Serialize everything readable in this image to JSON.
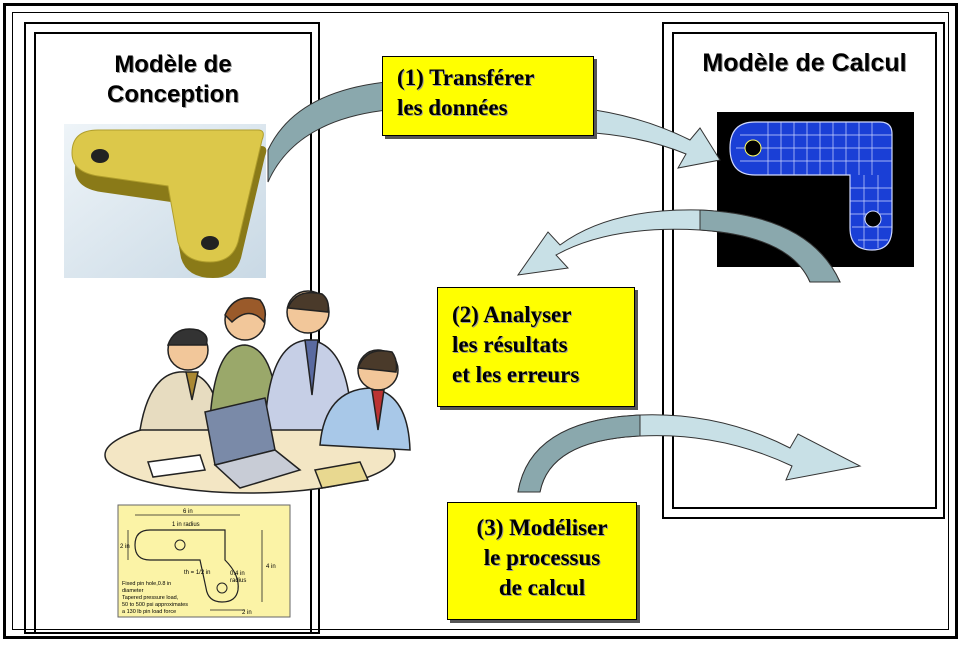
{
  "left_panel": {
    "title_line1": "Modèle de",
    "title_line2": "Conception"
  },
  "right_panel": {
    "title": "Modèle de Calcul"
  },
  "steps": [
    {
      "line1": "(1) Transférer",
      "line2": "les données"
    },
    {
      "line1": "(2) Analyser",
      "line2": "les résultats",
      "line3": "et les erreurs"
    },
    {
      "line1": "(3) Modéliser",
      "line2": "le processus",
      "line3": "de calcul"
    }
  ],
  "drawing": {
    "dim_top": "6 in",
    "dim_left": "2 in",
    "dim_right": "4 in",
    "dim_bottom": "2 in",
    "label_radius1": "1 in radius",
    "label_th": "th = 1/2 in",
    "label_radius2": "0.4 in",
    "label_radius2b": "radius",
    "note1": "Fixed pin hole,0.8 in",
    "note2": "diameter",
    "note3": "Tapered pressure load,",
    "note4": "50 to 500 psi approximates",
    "note5": "a 130 lb pin load force"
  },
  "colors": {
    "step_fill": "#ffff00",
    "arrow_fill": "#8aa8ad",
    "part_fill": "#dcc84a",
    "mesh_blue": "#1a3fd6",
    "drawing_bg": "#fbf3a6"
  }
}
